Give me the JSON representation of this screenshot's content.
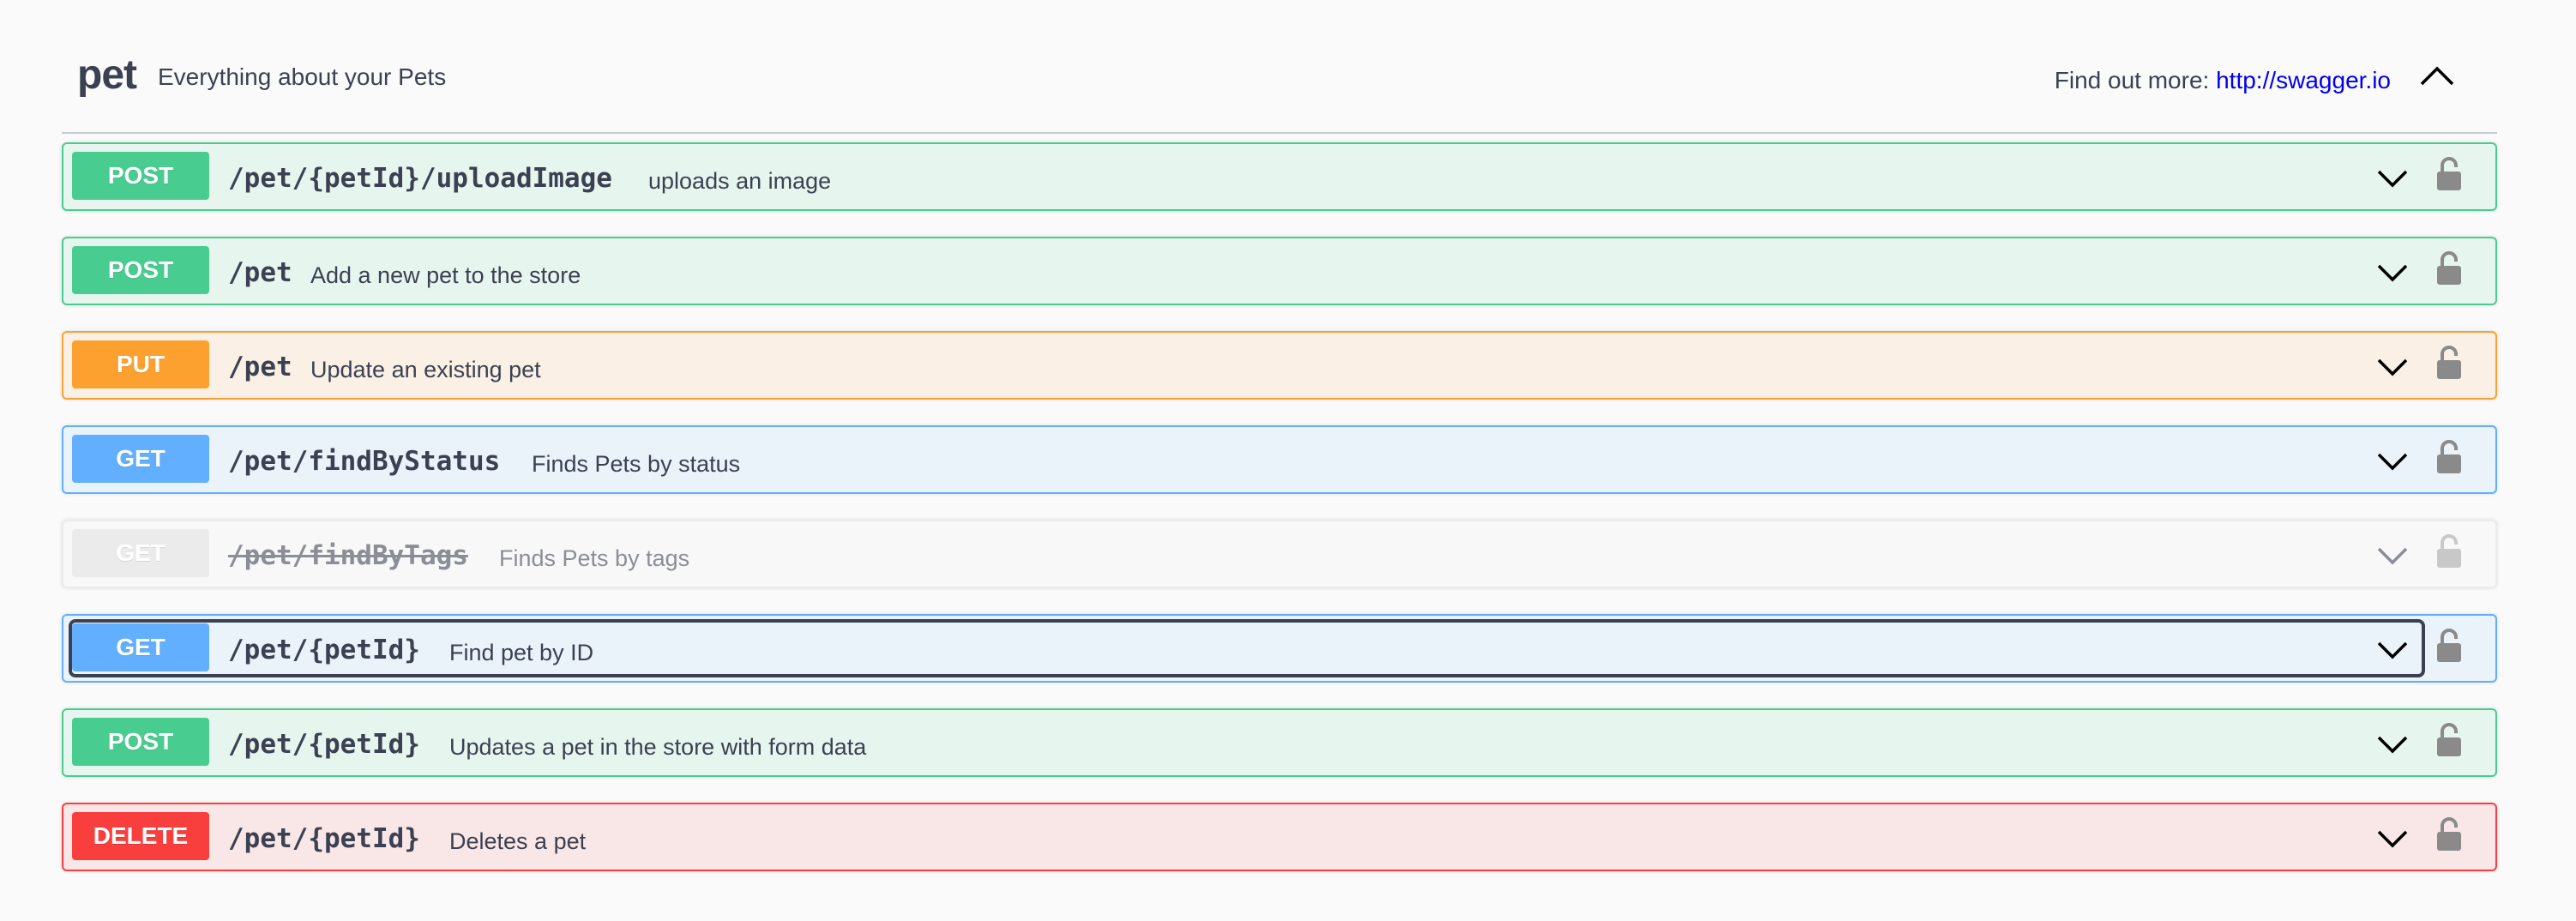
{
  "tag": {
    "name": "pet",
    "description": "Everything about your Pets",
    "find_more_label": "Find out more:",
    "find_more_link": "http://swagger.io"
  },
  "operations": [
    {
      "method": "POST",
      "path": "/pet/{petId}/uploadImage",
      "summary": "uploads an image"
    },
    {
      "method": "POST",
      "path": "/pet",
      "summary": "Add a new pet to the store"
    },
    {
      "method": "PUT",
      "path": "/pet",
      "summary": "Update an existing pet"
    },
    {
      "method": "GET",
      "path": "/pet/findByStatus",
      "summary": "Finds Pets by status"
    },
    {
      "method": "GET",
      "path": "/pet/findByTags",
      "summary": "Finds Pets by tags",
      "deprecated": true
    },
    {
      "method": "GET",
      "path": "/pet/{petId}",
      "summary": "Find pet by ID",
      "focused": true
    },
    {
      "method": "POST",
      "path": "/pet/{petId}",
      "summary": "Updates a pet in the store with form data"
    },
    {
      "method": "DELETE",
      "path": "/pet/{petId}",
      "summary": "Deletes a pet"
    }
  ],
  "icons": {
    "expand": "chevron-down-icon",
    "collapse": "chevron-up-icon",
    "authorize": "lock-icon"
  },
  "colors": {
    "post": "#49cc90",
    "put": "#fca130",
    "get": "#61affe",
    "delete": "#f93e3e",
    "deprecated": "#ebebeb"
  }
}
